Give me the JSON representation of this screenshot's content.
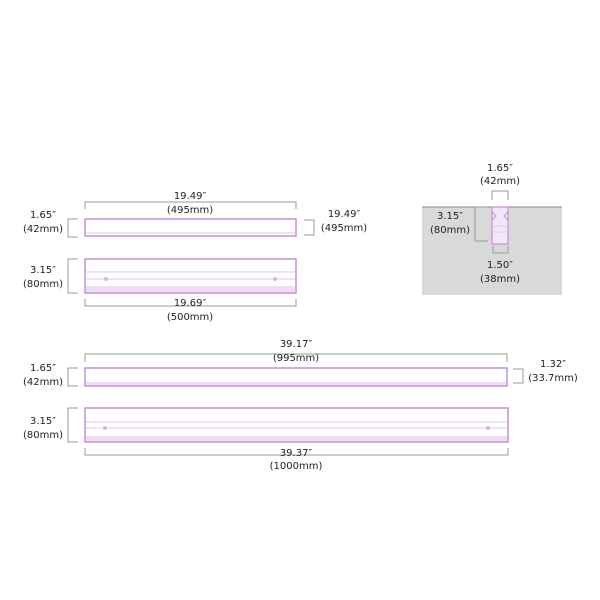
{
  "short_fixture": {
    "top_length": {
      "inch": "19.49″",
      "mm": "(495mm)"
    },
    "top_height": {
      "inch": "1.65″",
      "mm": "(42mm)"
    },
    "top_right": {
      "inch": "19.49″",
      "mm": "(495mm)"
    },
    "side_height": {
      "inch": "3.15″",
      "mm": "(80mm)"
    },
    "side_length": {
      "inch": "19.69″",
      "mm": "(500mm)"
    }
  },
  "profile": {
    "top_width": {
      "inch": "1.65″",
      "mm": "(42mm)"
    },
    "height": {
      "inch": "3.15″",
      "mm": "(80mm)"
    },
    "bottom_width": {
      "inch": "1.50″",
      "mm": "(38mm)"
    }
  },
  "long_fixture": {
    "top_length": {
      "inch": "39.17″",
      "mm": "(995mm)"
    },
    "top_height": {
      "inch": "1.65″",
      "mm": "(42mm)"
    },
    "top_right": {
      "inch": "1.32″",
      "mm": "(33.7mm)"
    },
    "side_height": {
      "inch": "3.15″",
      "mm": "(80mm)"
    },
    "side_length": {
      "inch": "39.37″",
      "mm": "(1000mm)"
    }
  },
  "colors": {
    "outline": "#c98bd9",
    "panel": "#d9d9d9",
    "bracket": "#9a9a9a"
  }
}
